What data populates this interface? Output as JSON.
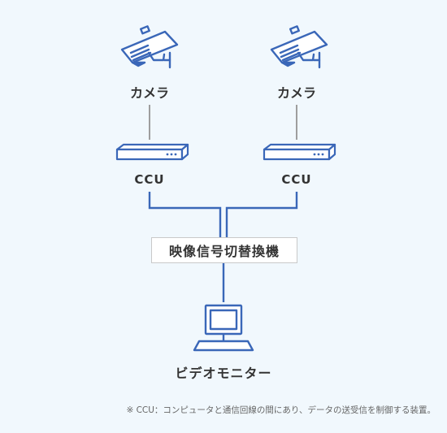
{
  "cameras": [
    {
      "label": "カメラ"
    },
    {
      "label": "カメラ"
    }
  ],
  "ccus": [
    {
      "label": "CCU"
    },
    {
      "label": "CCU"
    }
  ],
  "switcher": {
    "label": "映像信号切替換機"
  },
  "monitor": {
    "label": "ビデオモニター"
  },
  "footnote": "※ CCU：コンピュータと通信回線の間にあり、データの送受信を制御する装置。",
  "colors": {
    "background": "#f1f8fd",
    "accent_blue": "#3a67b8",
    "connector_gray": "#9e9e9e",
    "text": "#333333"
  }
}
